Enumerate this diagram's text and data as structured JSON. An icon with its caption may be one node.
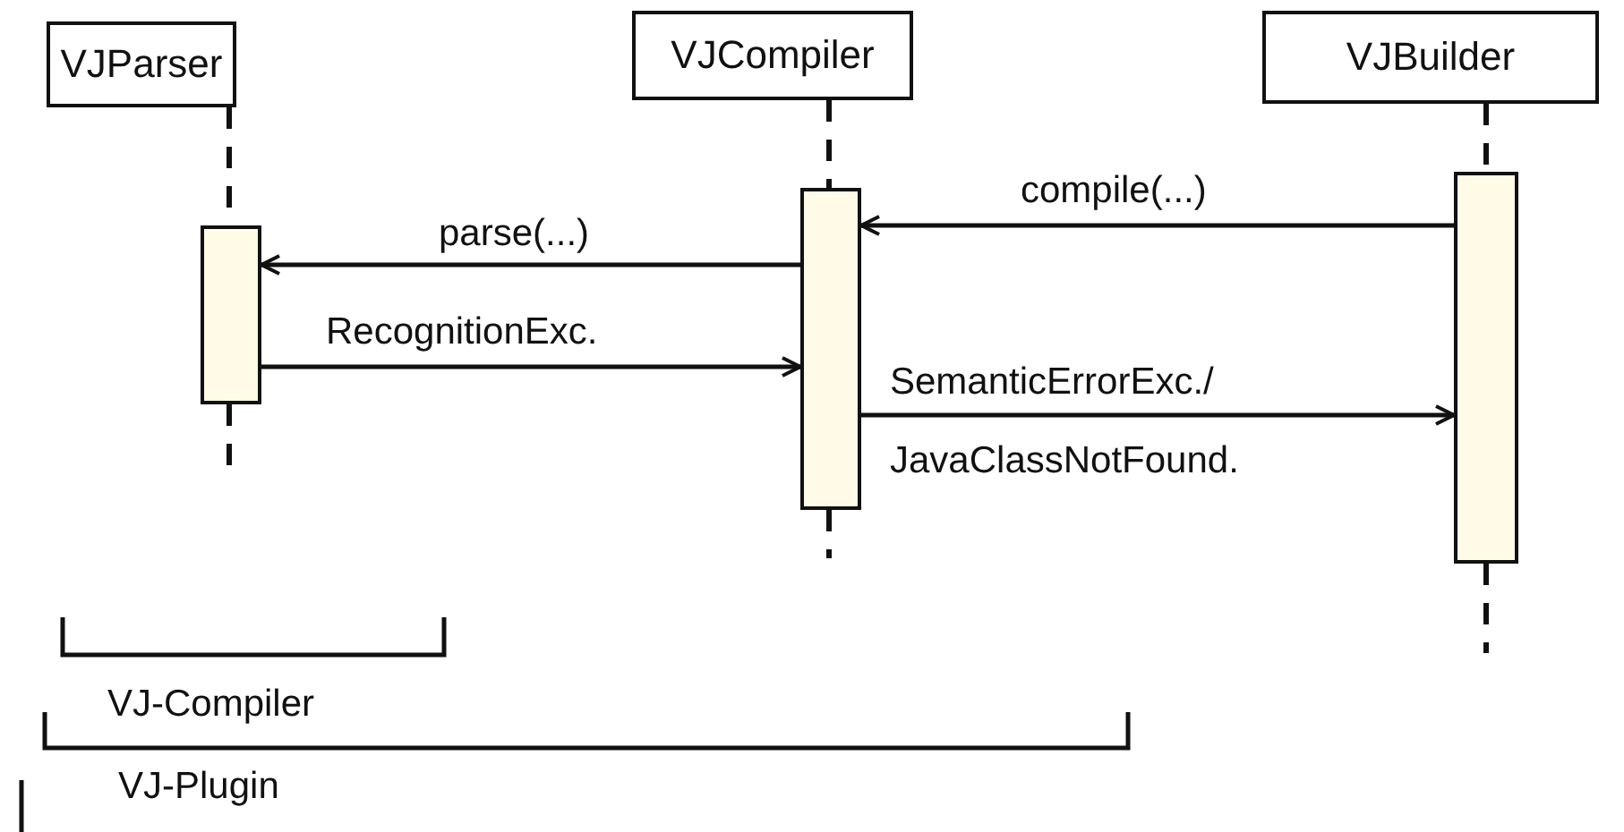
{
  "diagram": {
    "nodes": [
      {
        "text": [
          "VJParser"
        ]
      },
      {
        "text": [
          "VJCompiler"
        ]
      },
      {
        "text": [
          "VJBuilder"
        ]
      },
      {
        "text": [],
        "shape": "bar"
      },
      {
        "text": [],
        "shape": "bar"
      },
      {
        "text": [],
        "shape": "bar"
      }
    ],
    "edges": [
      {
        "from": 0,
        "to": 3,
        "arrow": "none",
        "style": "dashed"
      },
      {
        "from": 1,
        "to": 4,
        "arrow": "none",
        "style": "dashed"
      },
      {
        "from": 2,
        "to": 5,
        "arrow": "none",
        "style": "dashed"
      },
      {
        "from": 5,
        "to": 4,
        "arrow": "to",
        "label": "compile(...)"
      },
      {
        "from": 4,
        "to": 3,
        "arrow": "to",
        "label": "parse(...)"
      },
      {
        "from": 3,
        "to": 4,
        "arrow": "to",
        "label": "RecognitionExc."
      },
      {
        "from": 4,
        "to": 5,
        "arrow": "to",
        "label": "SemanticErrorExc./ JavaClassNotFound."
      }
    ],
    "labels": [
      "VJ-Compiler",
      "VJ-Plugin"
    ]
  }
}
